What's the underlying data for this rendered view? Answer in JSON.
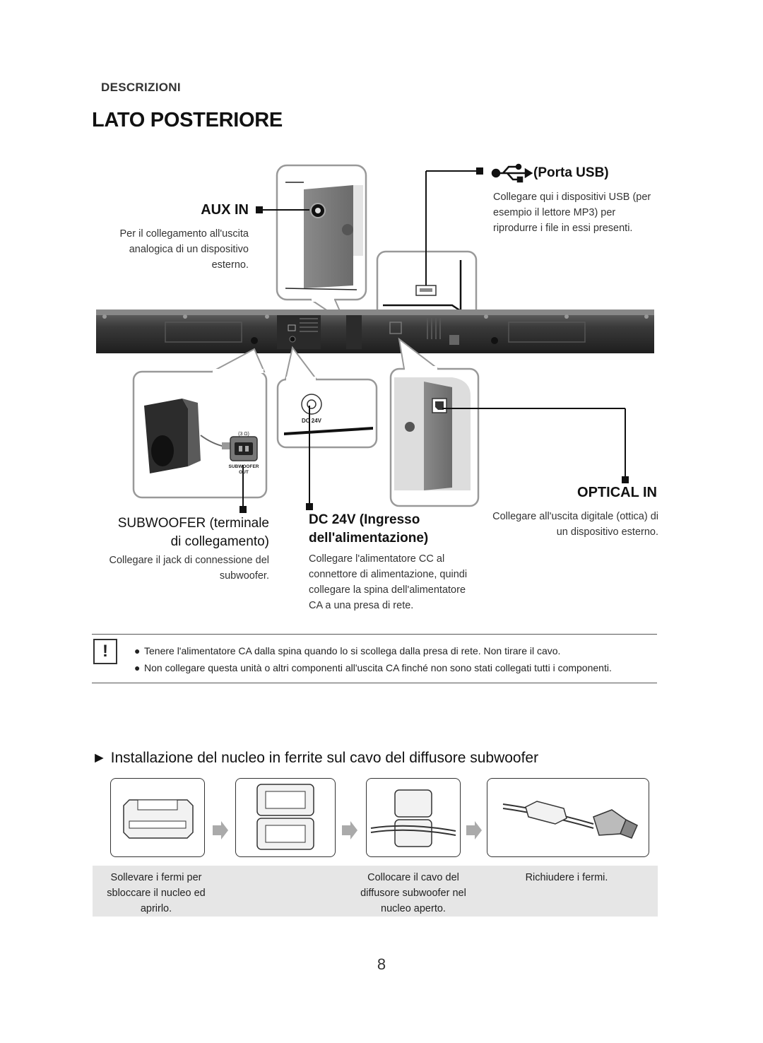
{
  "header": {
    "section": "DESCRIZIONI",
    "title": "LATO POSTERIORE"
  },
  "labels": {
    "aux_in": {
      "title": "AUX IN",
      "desc": [
        "Per il collegamento all'uscita",
        "analogica di un dispositivo",
        "esterno."
      ]
    },
    "usb": {
      "title": "(Porta USB)",
      "desc": [
        "Collegare qui i dispositivi USB (per",
        "esempio il lettore MP3) per",
        "riprodurre i file in essi presenti."
      ]
    },
    "subwoofer": {
      "title_line1": "SUBWOOFER (terminale",
      "title_line2": "di collegamento)",
      "desc": [
        "Collegare il jack di connessione del",
        "subwoofer."
      ]
    },
    "dc": {
      "title_line1": "DC 24V (Ingresso",
      "title_line2": "dell'alimentazione)",
      "desc": [
        "Collegare l'alimentatore CC al",
        "connettore di alimentazione, quindi",
        "collegare la spina dell'alimentatore",
        "CA a una presa di rete."
      ]
    },
    "optical": {
      "title": "OPTICAL IN",
      "desc": [
        "Collegare all'uscita digitale (ottica) di",
        "un dispositivo esterno."
      ]
    }
  },
  "device_text": {
    "dc_port": "DC 24V",
    "sub_out_line1": "SUBWOOFER",
    "sub_out_line2": "OUT",
    "ohm": "(3 Ω)"
  },
  "notes": {
    "icon": "!",
    "items": [
      "Tenere l'alimentatore CA dalla spina quando lo si scollega dalla presa di rete. Non tirare il cavo.",
      "Non collegare questa unità o altri componenti all'uscita CA finché non sono stati collegati tutti i componenti."
    ]
  },
  "ferrite": {
    "title": "Installazione del nucleo in ferrite sul cavo del diffusore subwoofer",
    "captions": [
      [
        "Sollevare i fermi per",
        "sbloccare il nucleo ed",
        "aprirlo."
      ],
      [
        "Collocare il cavo del",
        "diffusore subwoofer nel",
        "nucleo aperto."
      ],
      [
        "Richiudere i fermi."
      ]
    ]
  },
  "page_number": "8",
  "colors": {
    "bar": "#3c3c3c",
    "callout": "#111111",
    "band": "#e6e6e6"
  }
}
